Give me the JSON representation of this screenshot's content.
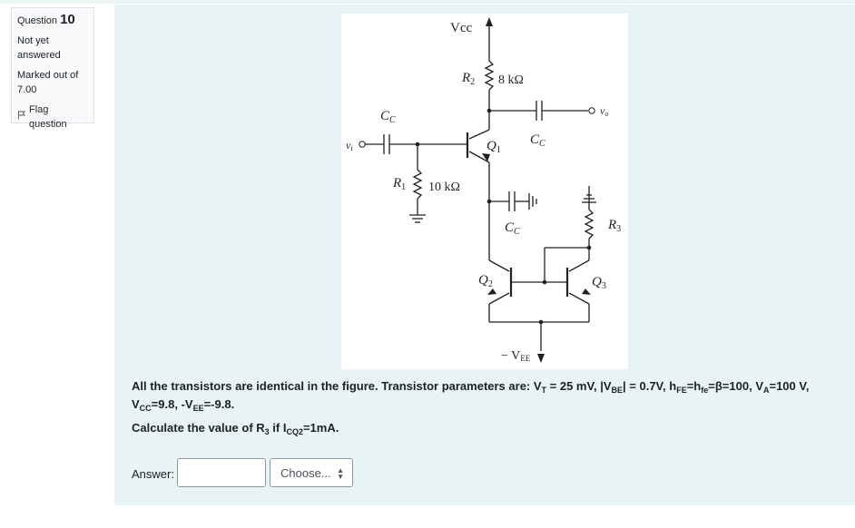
{
  "question_info": {
    "prefix": "Question",
    "number": "10",
    "state": "Not yet answered",
    "grade": "Marked out of 7.00",
    "flag_label": "Flag question"
  },
  "figure": {
    "vcc": "Vcc",
    "r2": "R",
    "r2_sub": "2",
    "r2_value": "8 kΩ",
    "cc": "C",
    "cc_sub": "C",
    "vo": "v",
    "vo_sub": "o",
    "vi": "v",
    "vi_sub": "i",
    "q1": "Q",
    "q1_sub": "1",
    "r1": "R",
    "r1_sub": "1",
    "r1_value": "10 kΩ",
    "r3": "R",
    "r3_sub": "3",
    "q2": "Q",
    "q2_sub": "2",
    "q3": "Q",
    "q3_sub": "3",
    "vee": "− V",
    "vee_sub": "EE"
  },
  "question_text": {
    "line1": {
      "t1": "All the transistors are identical in the figure. Transistor parameters are: V",
      "s1": "T",
      "t2": " = 25 mV, |V",
      "s2": "BE",
      "t3": "| = 0.7V, h",
      "s3": "FE",
      "t4": "=h",
      "s4": "fe",
      "t5": "=β=100, V",
      "s5": "A",
      "t6": "=100 V,",
      "t7": "V",
      "s7": "CC",
      "t8": "=9.8, -V",
      "s8": "EE",
      "t9": "=-9.8."
    },
    "line2": {
      "t1": "Calculate the value of R",
      "s1": "3",
      "t2": " if I",
      "s2": "CQ2",
      "t3": "=1mA."
    }
  },
  "answer": {
    "label": "Answer:",
    "value": "",
    "unit_selected": "Choose..."
  }
}
